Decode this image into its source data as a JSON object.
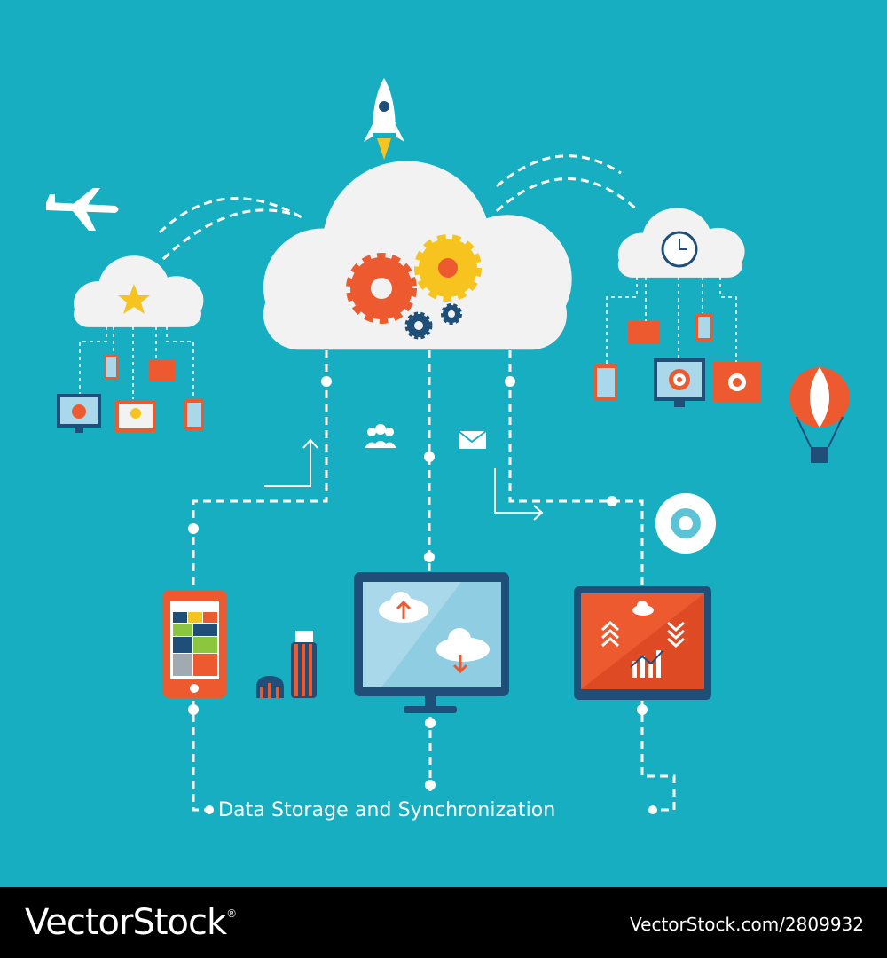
{
  "caption": "Data Storage and Synchronization",
  "footer": {
    "logo": "VectorStock",
    "trademark": "®",
    "url": "VectorStock.com/2809932"
  },
  "colors": {
    "background": "#17aec2",
    "cloud": "#f2f2f2",
    "accent_orange": "#ee5a2f",
    "gear_yellow": "#f7c41f",
    "device_blue": "#1f4e79",
    "screen_light": "#a9d8ea",
    "white": "#ffffff"
  },
  "icons": [
    "rocket-icon",
    "airplane-icon",
    "star-icon",
    "clock-icon",
    "gear-icon",
    "hot-air-balloon-icon",
    "users-icon",
    "envelope-icon",
    "disc-icon",
    "usb-drive-icon",
    "mouse-icon",
    "upload-cloud-icon",
    "download-cloud-icon",
    "bar-chart-icon",
    "apple-icon",
    "lightbulb-icon",
    "target-icon"
  ]
}
